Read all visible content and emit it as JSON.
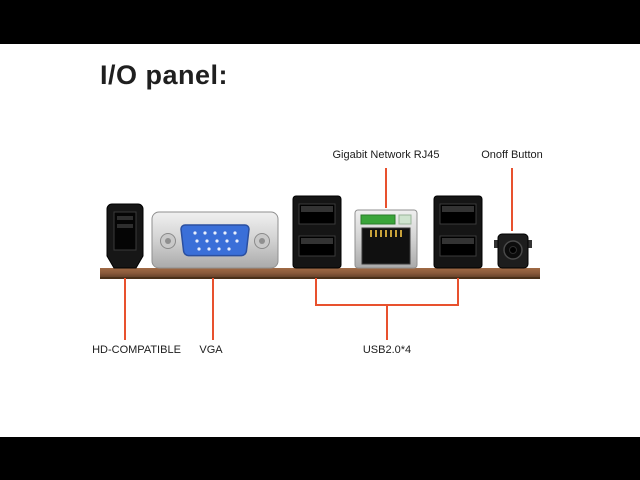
{
  "title": "I/O panel:",
  "labels": {
    "rj45": "Gigabit Network RJ45",
    "onoff": "Onoff Button",
    "hdmi": "HD-COMPATIBLE",
    "vga": "VGA",
    "usb": "USB2.0*4"
  },
  "colors": {
    "callout_line": "#e8512e",
    "board_edge": "#8a5a3b",
    "vga_connector_blue": "#3a6fd8",
    "port_black": "#141414",
    "metal_silver": "#d9d9d9",
    "rj45_led_green": "#3aa53a",
    "background": "#ffffff",
    "letterbox": "#000000"
  }
}
